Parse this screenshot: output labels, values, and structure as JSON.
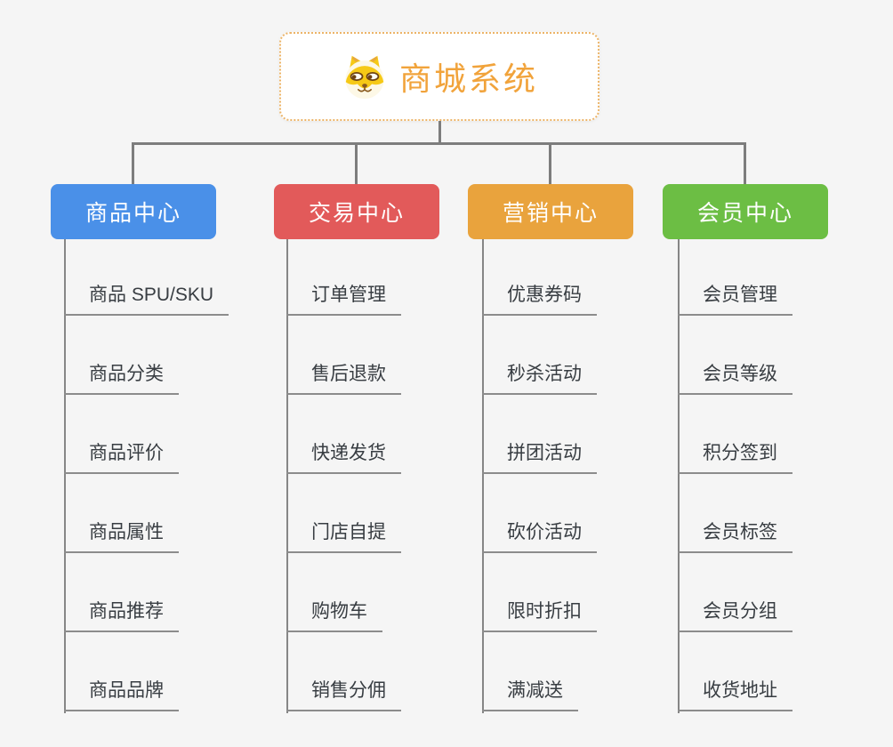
{
  "root": {
    "title": "商城系统",
    "icon": "shiba-dog-icon"
  },
  "branches": [
    {
      "label": "商品中心",
      "color": "#4a90e8",
      "items": [
        "商品 SPU/SKU",
        "商品分类",
        "商品评价",
        "商品属性",
        "商品推荐",
        "商品品牌"
      ]
    },
    {
      "label": "交易中心",
      "color": "#e25a5a",
      "items": [
        "订单管理",
        "售后退款",
        "快递发货",
        "门店自提",
        "购物车",
        "销售分佣"
      ]
    },
    {
      "label": "营销中心",
      "color": "#e9a33d",
      "items": [
        "优惠券码",
        "秒杀活动",
        "拼团活动",
        "砍价活动",
        "限时折扣",
        "满减送"
      ]
    },
    {
      "label": "会员中心",
      "color": "#6cbe44",
      "items": [
        "会员管理",
        "会员等级",
        "积分签到",
        "会员标签",
        "会员分组",
        "收货地址"
      ]
    }
  ],
  "colors": {
    "background": "#f5f5f5",
    "connector": "#7d7d7d",
    "leaf_underline": "#8c8c8c",
    "root_text": "#f1a33b",
    "root_border": "#ecb468",
    "leaf_text": "#383d42"
  }
}
